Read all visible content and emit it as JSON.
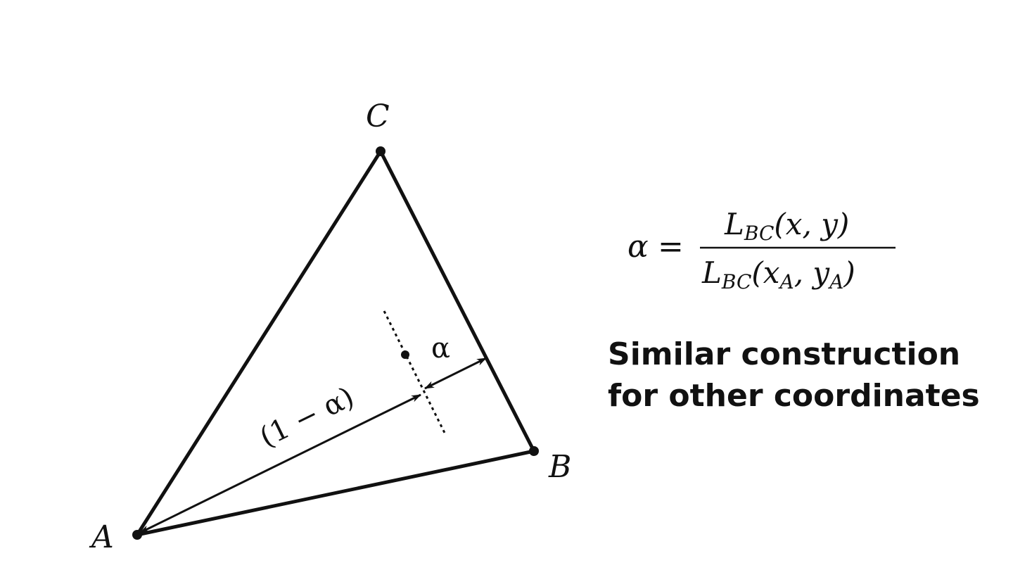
{
  "vertices": {
    "a_label": "A",
    "b_label": "B",
    "c_label": "C"
  },
  "annotations": {
    "alpha": "α",
    "one_minus_alpha": "(1 − α)"
  },
  "formula": {
    "lhs": "α",
    "equals": "=",
    "numerator_L": "L",
    "numerator_sub": "BC",
    "numerator_args": "(x, y)",
    "denominator_L": "L",
    "denominator_sub": "BC",
    "denominator_open": "(x",
    "denominator_sub_a1": "A",
    "denominator_mid": ", y",
    "denominator_sub_a2": "A",
    "denominator_close": ")"
  },
  "caption": {
    "line1": "Similar construction",
    "line2": "for other coordinates"
  },
  "colors": {
    "ink": "#111111",
    "background": "#ffffff"
  }
}
